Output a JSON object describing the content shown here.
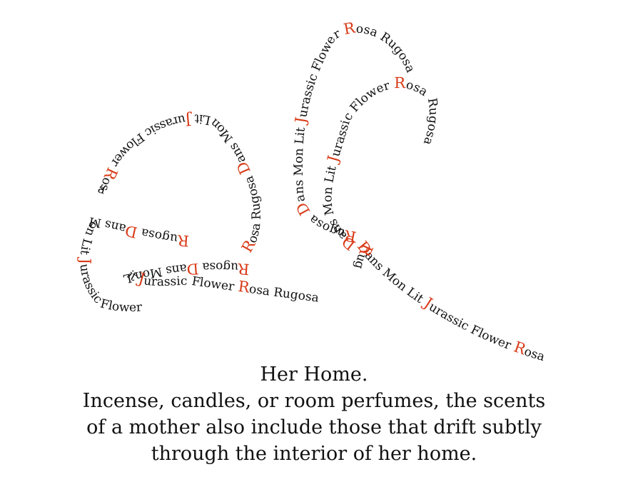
{
  "artwork": {
    "text_color": "#111111",
    "accent_color": "#d83a16",
    "paths": [
      {
        "segments": [
          [
            "R",
            true
          ],
          [
            "osa Rugosa ",
            false
          ],
          [
            "D",
            true
          ],
          [
            "ans Mon Lit ",
            false
          ],
          [
            "J",
            true
          ],
          [
            "urassic Flower ",
            false
          ],
          [
            "R",
            true
          ],
          [
            "osa",
            false
          ]
        ]
      },
      {
        "segments": [
          [
            "R",
            true
          ],
          [
            "ugosa ",
            false
          ],
          [
            "D",
            true
          ],
          [
            "ans Mon Lit ",
            false
          ],
          [
            "J",
            true
          ],
          [
            "urassic Flower",
            false
          ]
        ]
      },
      {
        "segments": [
          [
            "R",
            true
          ],
          [
            "ugosa ",
            false
          ],
          [
            "D",
            true
          ],
          [
            "ans Mon Lit ",
            false
          ],
          [
            "J",
            true
          ],
          [
            "urassic Flower ",
            false
          ],
          [
            "R",
            true
          ],
          [
            "osa Rugosa",
            false
          ]
        ]
      },
      {
        "segments": [
          [
            "R",
            true
          ],
          [
            "ugosa ",
            false
          ],
          [
            "D",
            true
          ],
          [
            "ans Mon Lit ",
            false
          ],
          [
            "J",
            true
          ],
          [
            "urassic Flower ",
            false
          ],
          [
            "R",
            true
          ],
          [
            "osa Rugosa",
            false
          ]
        ]
      },
      {
        "segments": [
          [
            "D",
            true
          ],
          [
            "ans Mon Lit ",
            false
          ],
          [
            "J",
            true
          ],
          [
            "urassic Flower ",
            false
          ],
          [
            "R",
            true
          ],
          [
            "osa Rugosa",
            false
          ]
        ]
      },
      {
        "segments": [
          [
            "D",
            true
          ],
          [
            "ans Mon Lit ",
            false
          ],
          [
            "J",
            true
          ],
          [
            "urassic Flower ",
            false
          ],
          [
            "R",
            true
          ],
          [
            "osa Rugosa ",
            false
          ]
        ]
      },
      {
        "segments": [
          [
            "R",
            true
          ],
          [
            "ugosa ",
            false
          ],
          [
            "R",
            true
          ],
          [
            "osa Flower ",
            false
          ],
          [
            "J",
            true
          ],
          [
            "urassic",
            false
          ]
        ]
      }
    ]
  },
  "caption": {
    "title": "Her Home.",
    "lines": [
      "Incense, candles, or room perfumes, the scents",
      "of a mother also include those that drift subtly",
      "through the interior of her home."
    ]
  }
}
